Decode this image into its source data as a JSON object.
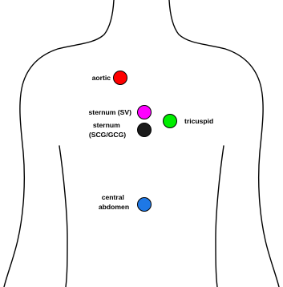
{
  "sites": [
    {
      "id": "aortic",
      "lines": [
        "aortic"
      ],
      "color": "#ff0000"
    },
    {
      "id": "sternum-sv",
      "lines": [
        "sternum (SV)"
      ],
      "color": "#ff00ff"
    },
    {
      "id": "sternum-scg-gcg",
      "lines": [
        "sternum",
        "(SCG/GCG)"
      ],
      "color": "#1a1a1a"
    },
    {
      "id": "tricuspid",
      "lines": [
        "tricuspid"
      ],
      "color": "#00ee00"
    },
    {
      "id": "central-abdomen",
      "lines": [
        "central",
        "abdomen"
      ],
      "color": "#1e78e6"
    }
  ]
}
